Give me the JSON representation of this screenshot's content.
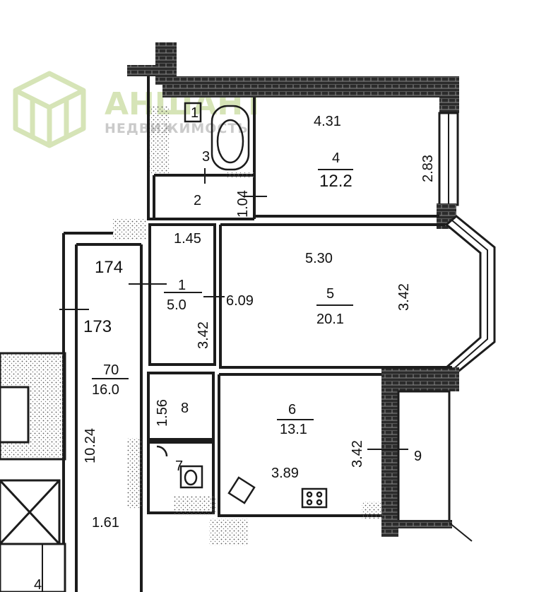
{
  "logo": {
    "brand": "АНШАНТ",
    "tagline": "НЕДВИЖИМОСТЬ",
    "color": "#c9dca0"
  },
  "colors": {
    "wall": "#1c1c1c",
    "hatch": "#2a2a2a",
    "paper": "#ffffff"
  },
  "plan": {
    "room1": {
      "number": "1",
      "area": "5.0",
      "width": "1.45",
      "length": "3.42"
    },
    "room2": {
      "number": "2",
      "dim": "1.04"
    },
    "room3": {
      "number": "3"
    },
    "room4": {
      "number": "4",
      "area": "12.2",
      "width": "4.31",
      "length": "2.83"
    },
    "room5": {
      "number": "5",
      "area": "20.1",
      "width": "5.30",
      "length": "3.42",
      "length2": "6.09"
    },
    "room6": {
      "number": "6",
      "area": "13.1",
      "width": "3.89",
      "length": "3.42"
    },
    "room7": {
      "number": "7"
    },
    "room8": {
      "number": "8",
      "dim": "1.56"
    },
    "room9": {
      "number": "9"
    },
    "room70": {
      "number": "70",
      "area": "16.0",
      "length": "10.24",
      "width": "1.61"
    },
    "flat174": "174",
    "flat173": "173",
    "mark_bottom": "4",
    "mark_toilet": "1"
  }
}
